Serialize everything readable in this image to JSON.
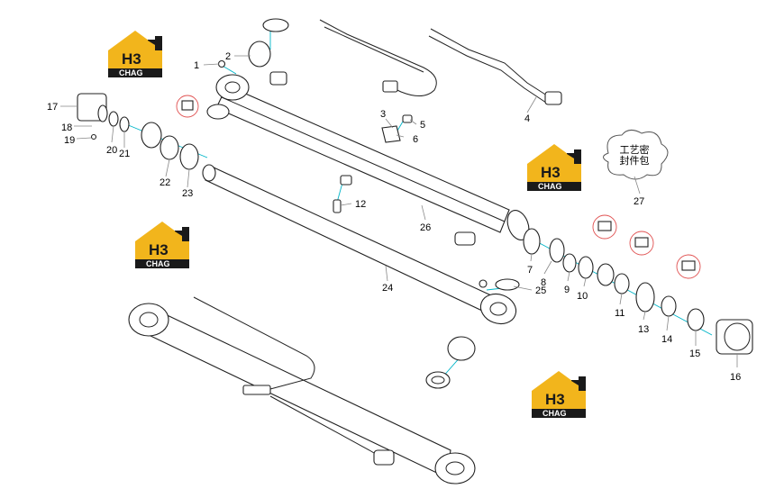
{
  "logo": {
    "mark_text": "H3",
    "brand_text": "CHAG",
    "colors": {
      "yellow": "#f2b51c",
      "black": "#1a1a1a",
      "white": "#ffffff"
    }
  },
  "callouts": [
    {
      "id": "1",
      "text": "1"
    },
    {
      "id": "2",
      "text": "2"
    },
    {
      "id": "3",
      "text": "3"
    },
    {
      "id": "4",
      "text": "4"
    },
    {
      "id": "5",
      "text": "5"
    },
    {
      "id": "6",
      "text": "6"
    },
    {
      "id": "7",
      "text": "7"
    },
    {
      "id": "8",
      "text": "8"
    },
    {
      "id": "9",
      "text": "9"
    },
    {
      "id": "10",
      "text": "10"
    },
    {
      "id": "11",
      "text": "11"
    },
    {
      "id": "12",
      "text": "12"
    },
    {
      "id": "13",
      "text": "13"
    },
    {
      "id": "14",
      "text": "14"
    },
    {
      "id": "15",
      "text": "15"
    },
    {
      "id": "16",
      "text": "16"
    },
    {
      "id": "17",
      "text": "17"
    },
    {
      "id": "18",
      "text": "18"
    },
    {
      "id": "19",
      "text": "19"
    },
    {
      "id": "20",
      "text": "20"
    },
    {
      "id": "21",
      "text": "21"
    },
    {
      "id": "22",
      "text": "22"
    },
    {
      "id": "23",
      "text": "23"
    },
    {
      "id": "24",
      "text": "24"
    },
    {
      "id": "25",
      "text": "25"
    },
    {
      "id": "26",
      "text": "26"
    },
    {
      "id": "27",
      "text": "27"
    }
  ],
  "seal_kit": {
    "line1": "工艺密",
    "line2": "封件包"
  },
  "colors": {
    "leader": "#888888",
    "assembly_line": "#00b5c8",
    "detail_circle": "#e05050"
  }
}
